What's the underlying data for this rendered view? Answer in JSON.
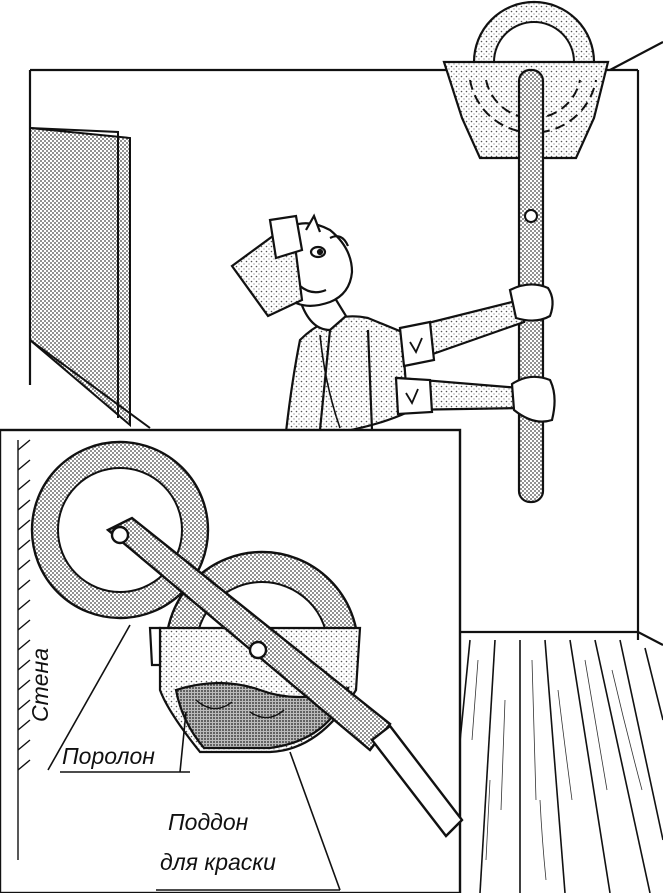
{
  "labels": {
    "wall": "Стена",
    "foam": "Поролон",
    "tray_line1": "Поддон",
    "tray_line2": "для краски"
  },
  "colors": {
    "ink": "#111111",
    "shade": "#9a9a9a",
    "dark_shade": "#6e6e6e",
    "paper": "#ffffff"
  }
}
